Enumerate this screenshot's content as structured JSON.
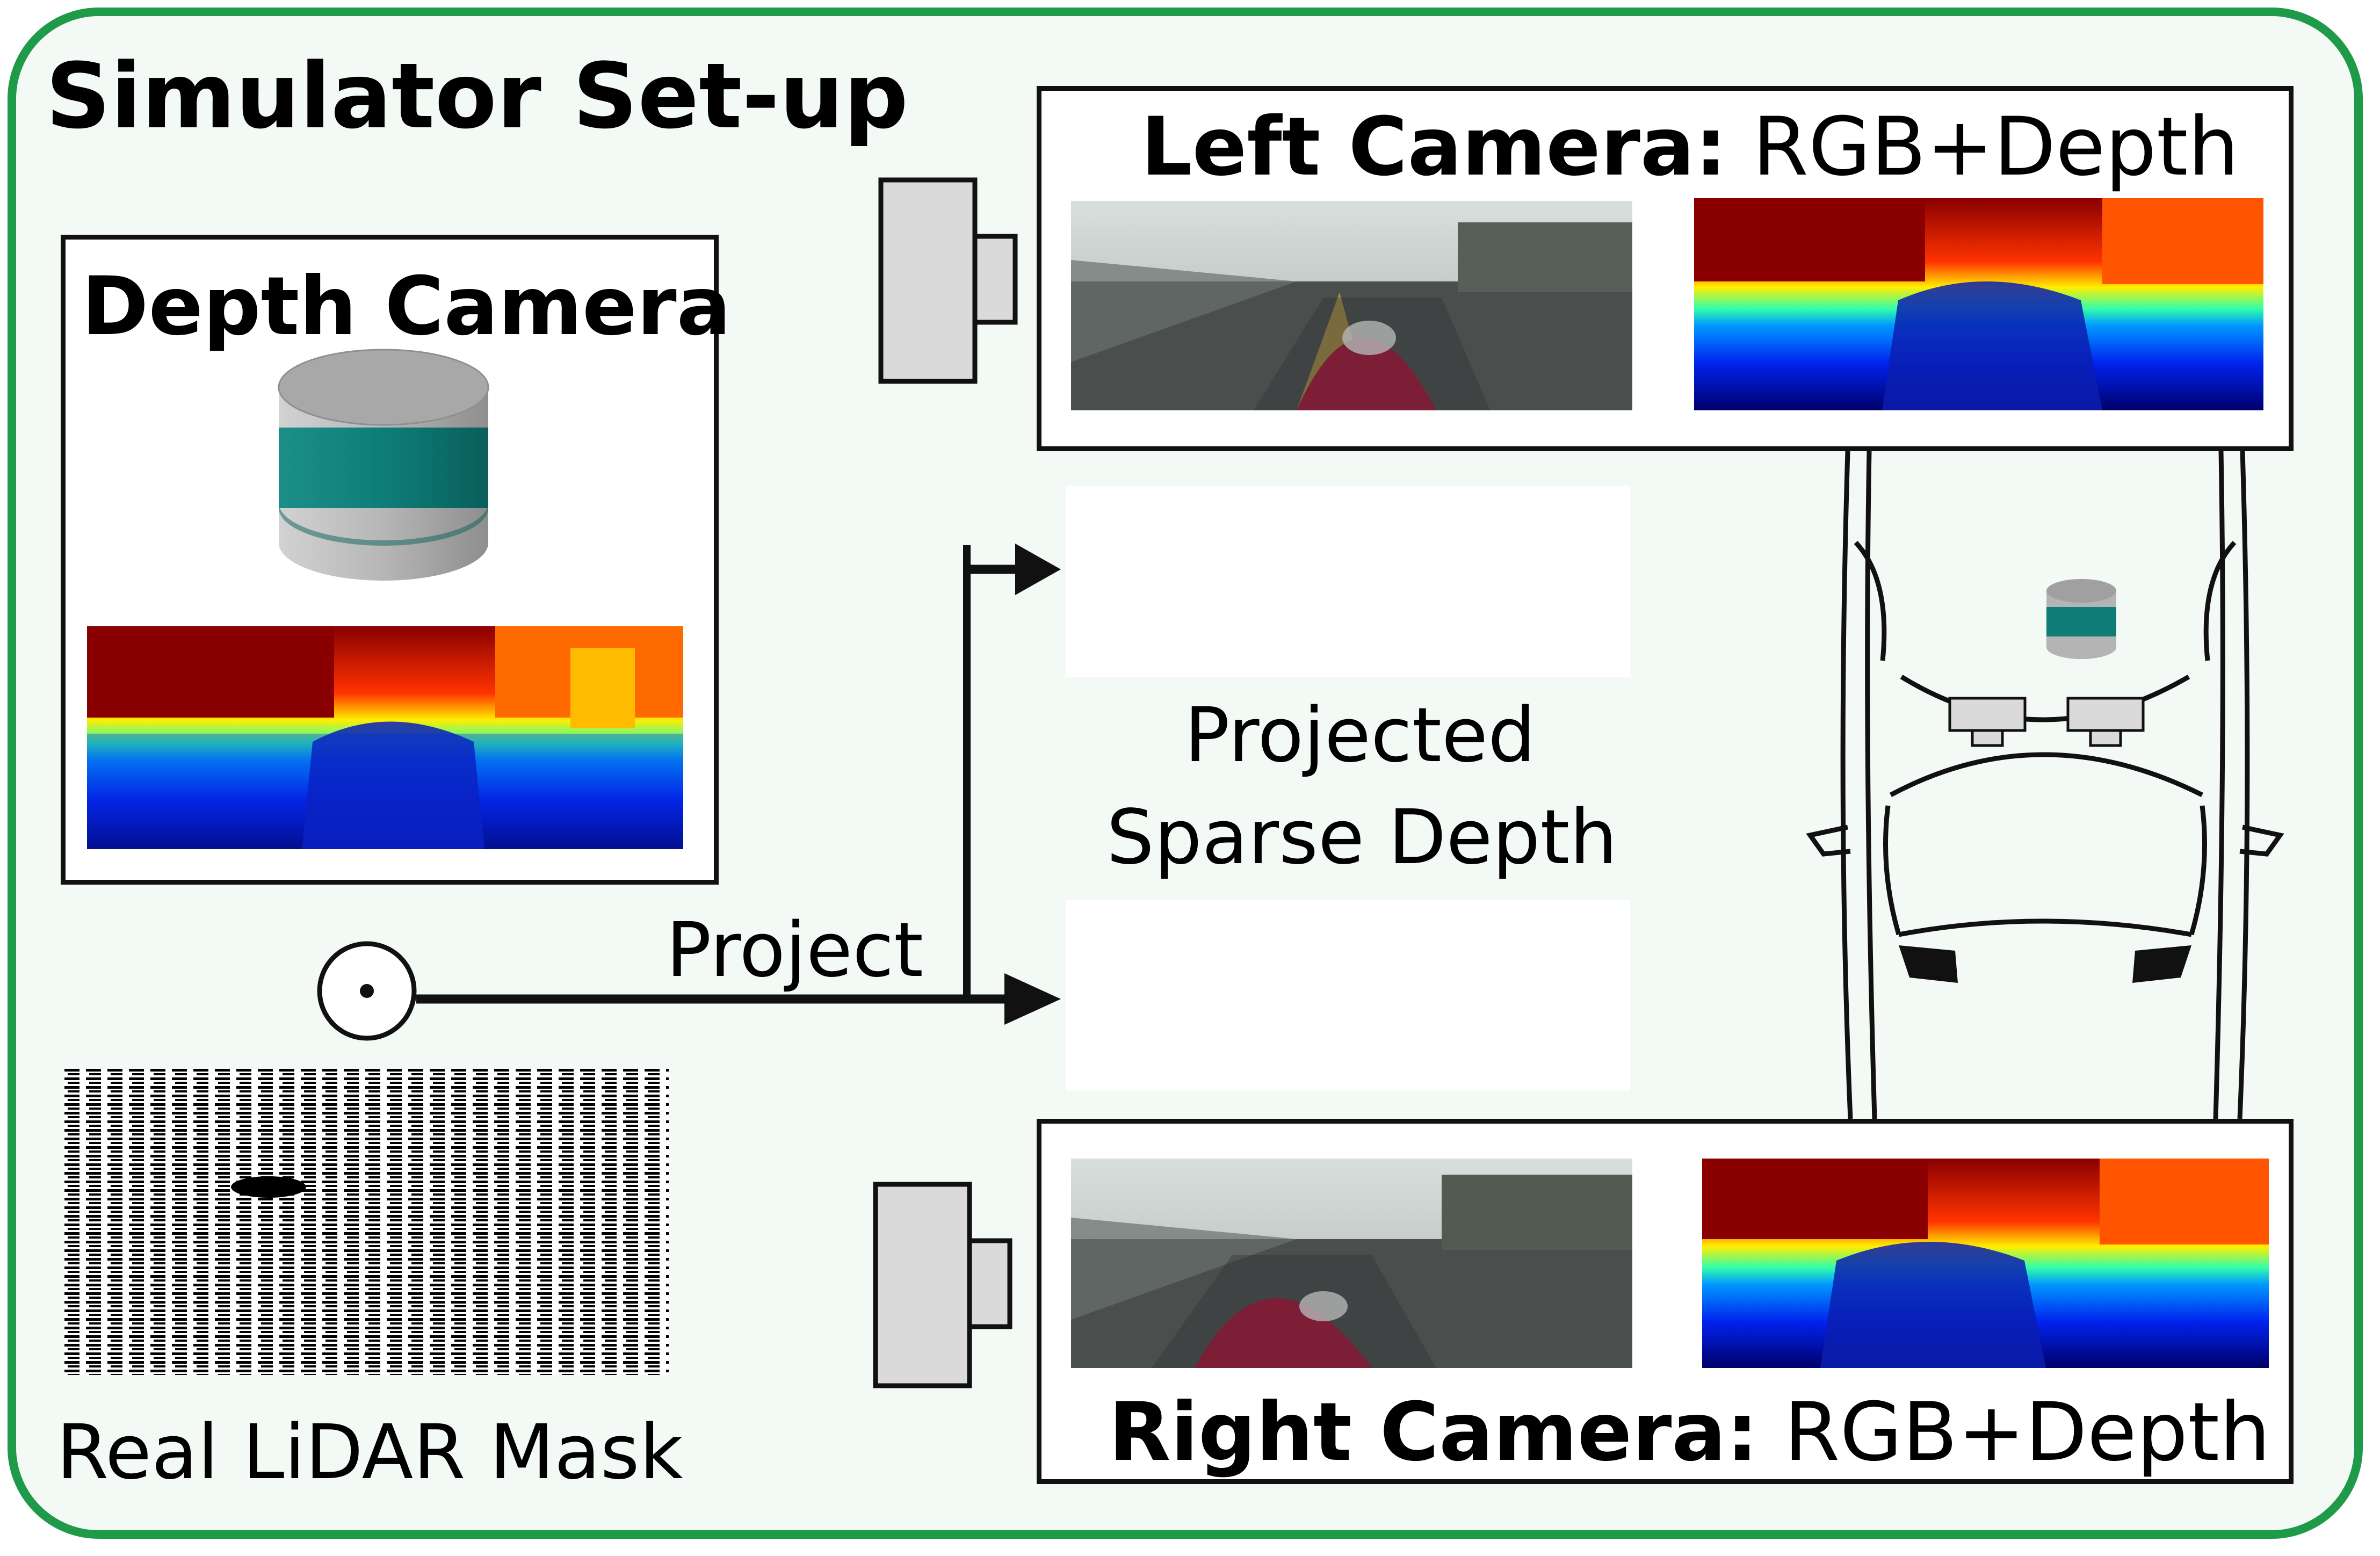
{
  "title": "Simulator Set-up",
  "depth_camera": {
    "label": "Depth Camera"
  },
  "left_camera": {
    "label_bold": "Left Camera:",
    "label_rest": " RGB+Depth"
  },
  "right_camera": {
    "label_bold": "Right Camera:",
    "label_rest": " RGB+Depth"
  },
  "projected": {
    "line1": "Projected",
    "line2": "Sparse Depth"
  },
  "project_label": "Project",
  "lidar_mask_label": "Real LiDAR Mask",
  "colors": {
    "frame_border": "#1e9a48",
    "frame_fill": "#f3faf5",
    "sensor_teal": "#0e7d78",
    "sensor_gray": "#b4b4b4",
    "camera_gray": "#dadada"
  },
  "icons": [
    "depth-sensor-icon",
    "camera-icon",
    "car-topview-icon",
    "lidar-origin-icon",
    "arrow-icon"
  ]
}
